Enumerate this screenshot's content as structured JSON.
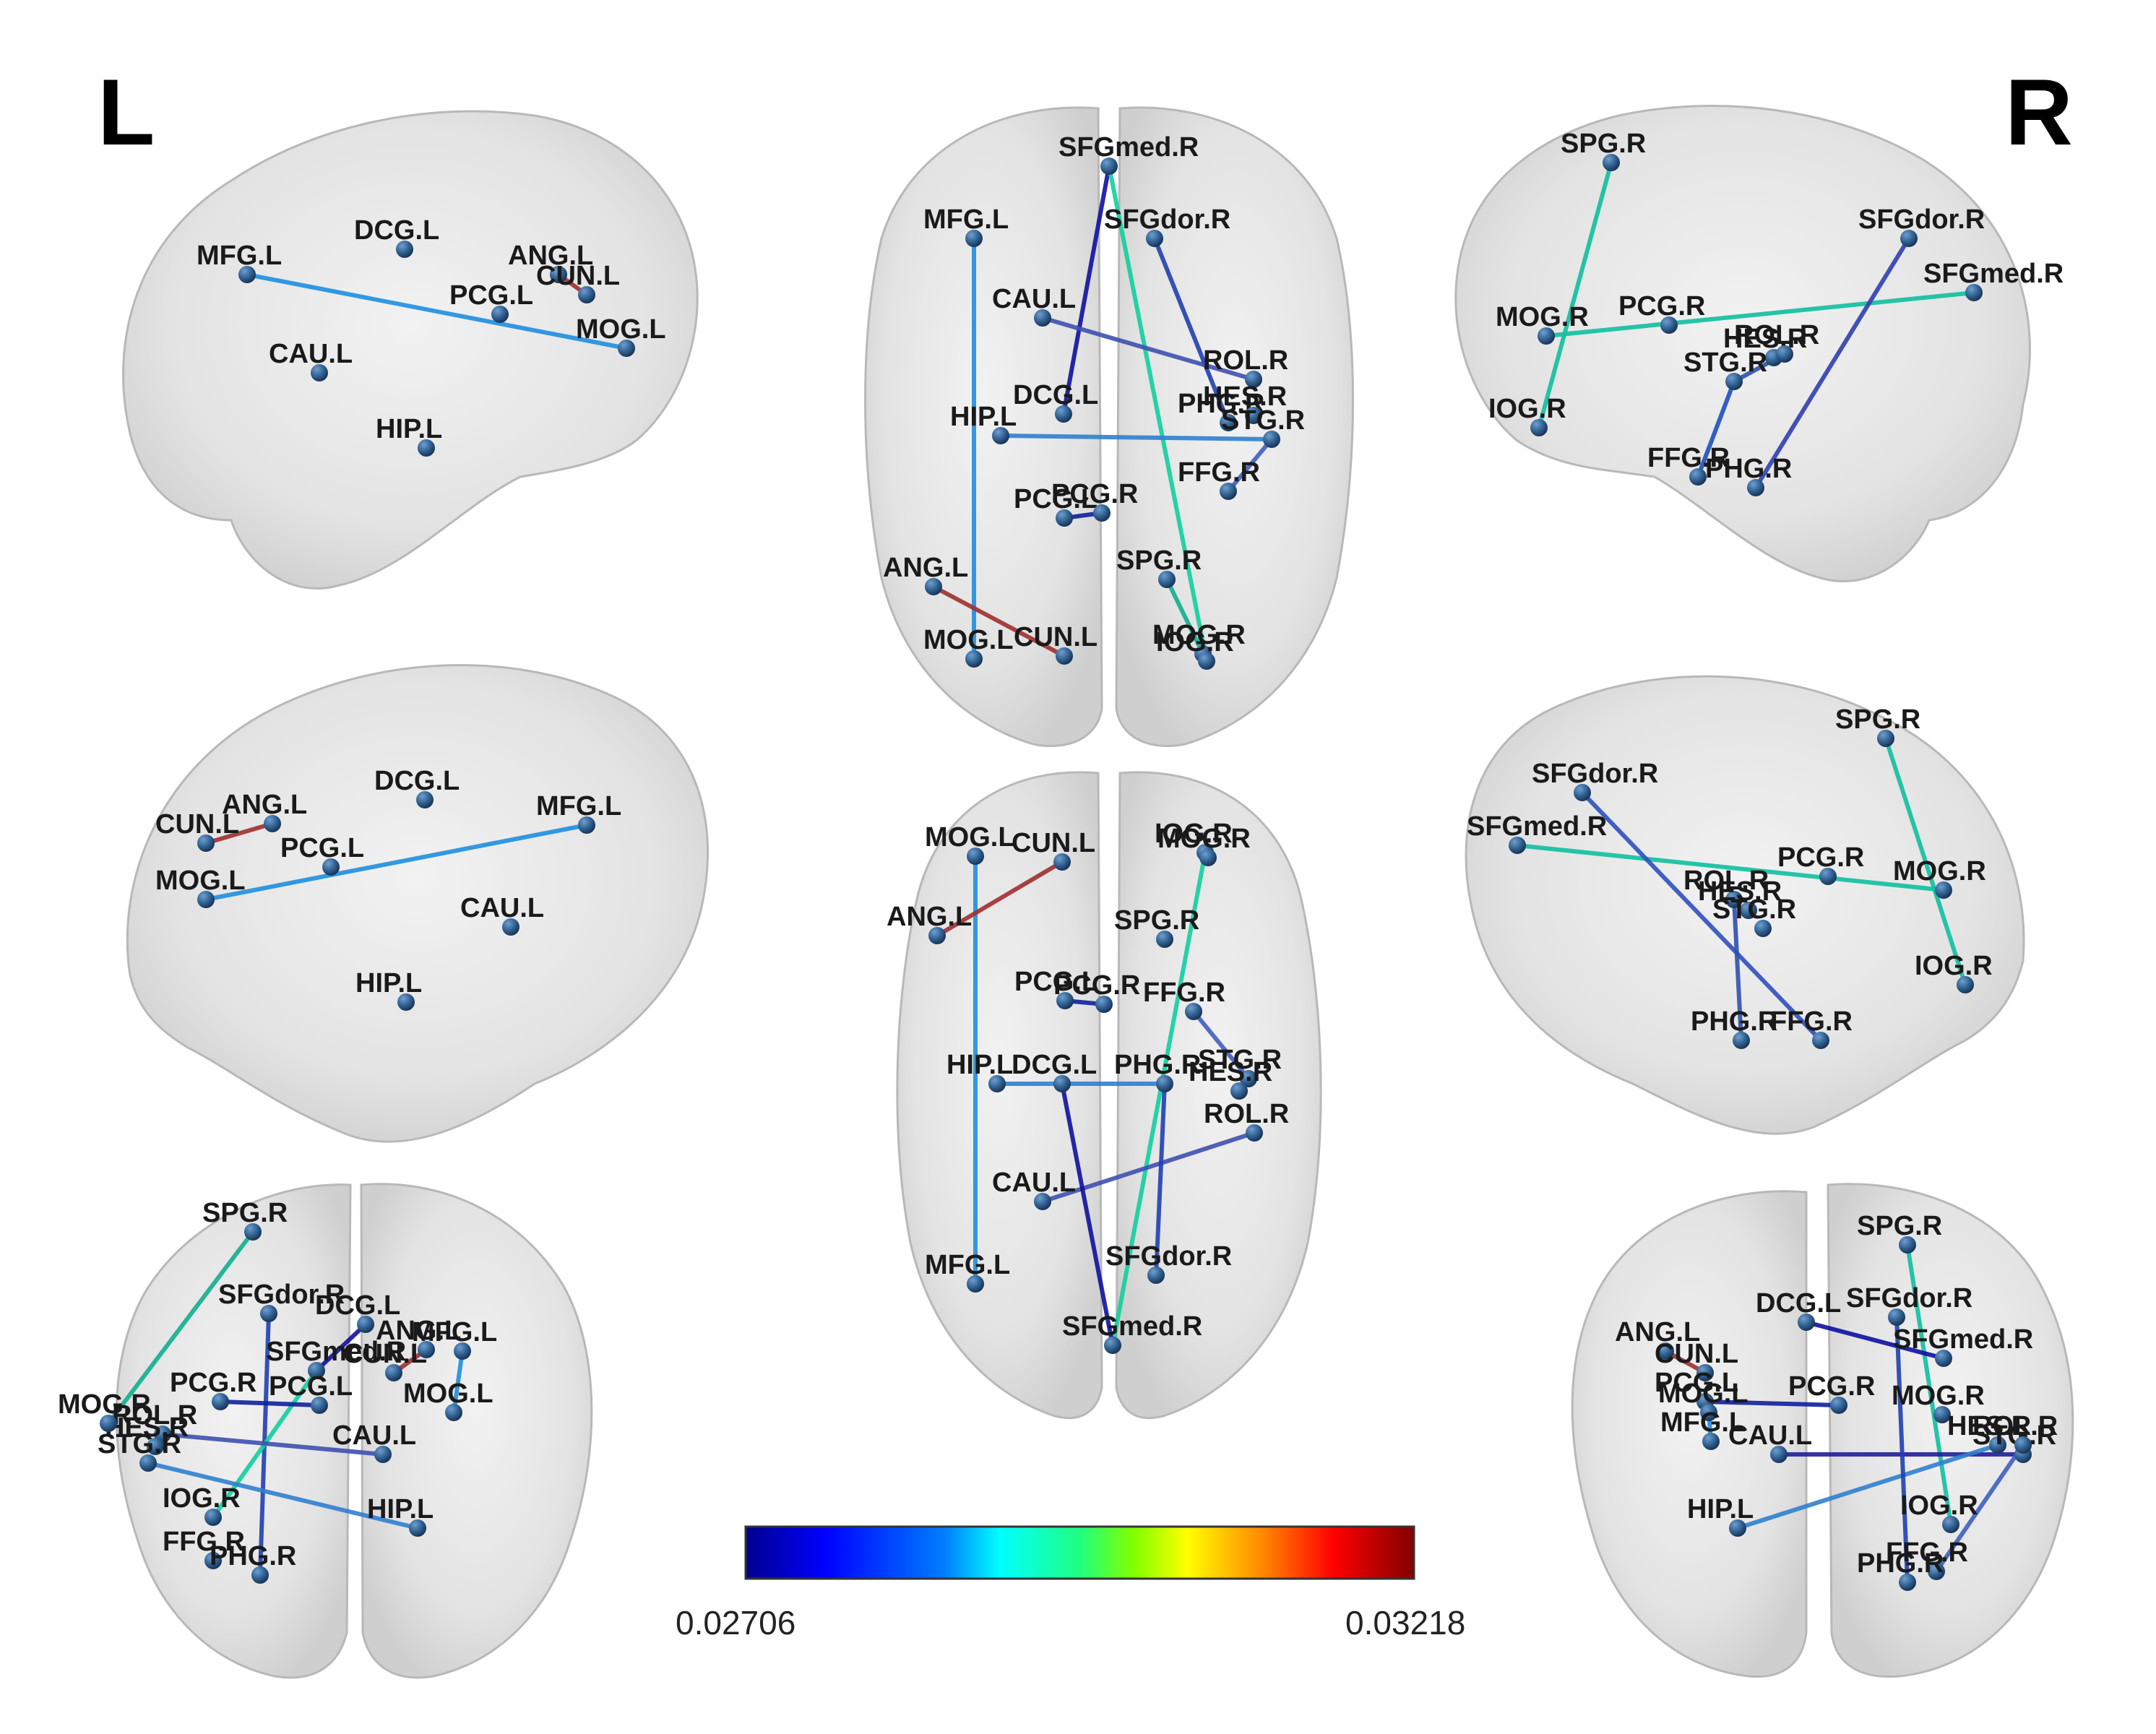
{
  "side_labels": {
    "left": "L",
    "right": "R"
  },
  "colorbar": {
    "min": "0.02706",
    "max": "0.03218",
    "colors": [
      "#00008f",
      "#0000ff",
      "#0080ff",
      "#00ffff",
      "#20ff80",
      "#80ff00",
      "#ffff00",
      "#ff8000",
      "#ff0000",
      "#800000"
    ]
  },
  "node_color": "#2f5f8f",
  "views": [
    {
      "id": "left-lateral",
      "name": "view-left-lateral",
      "nodes": [
        {
          "label": "MFG.L"
        },
        {
          "label": "DCG.L"
        },
        {
          "label": "ANG.L"
        },
        {
          "label": "CUN.L"
        },
        {
          "label": "PCG.L"
        },
        {
          "label": "MOG.L"
        },
        {
          "label": "CAU.L"
        },
        {
          "label": "HIP.L"
        }
      ],
      "edges": [
        {
          "from": "MFG.L",
          "to": "MOG.L",
          "color": "#1f8fe0"
        },
        {
          "from": "ANG.L",
          "to": "CUN.L",
          "color": "#a03030"
        }
      ]
    },
    {
      "id": "superior",
      "name": "view-superior",
      "nodes": [
        {
          "label": "SFGmed.R"
        },
        {
          "label": "MFG.L"
        },
        {
          "label": "SFGdor.R"
        },
        {
          "label": "CAU.L"
        },
        {
          "label": "ROL.R"
        },
        {
          "label": "DCG.L"
        },
        {
          "label": "HIP.L"
        },
        {
          "label": "PHG.R"
        },
        {
          "label": "HES.R"
        },
        {
          "label": "STG.R"
        },
        {
          "label": "FFG.R"
        },
        {
          "label": "PCG.L"
        },
        {
          "label": "PCG.R"
        },
        {
          "label": "SPG.R"
        },
        {
          "label": "ANG.L"
        },
        {
          "label": "MOG.L"
        },
        {
          "label": "CUN.L"
        },
        {
          "label": "MOG.R"
        },
        {
          "label": "IOG.R"
        }
      ],
      "edges": [
        {
          "from": "MFG.L",
          "to": "MOG.L",
          "color": "#1f8fe0"
        },
        {
          "from": "SFGmed.R",
          "to": "DCG.L",
          "color": "#1010a0"
        },
        {
          "from": "SFGmed.R",
          "to": "IOG.R",
          "color": "#10d0a0"
        },
        {
          "from": "SFGdor.R",
          "to": "PHG.R",
          "color": "#2040b0"
        },
        {
          "from": "CAU.L",
          "to": "ROL.R",
          "color": "#4050b0"
        },
        {
          "from": "HIP.L",
          "to": "STG.R",
          "color": "#3080d0"
        },
        {
          "from": "PCG.L",
          "to": "PCG.R",
          "color": "#1020a0"
        },
        {
          "from": "ANG.L",
          "to": "CUN.L",
          "color": "#a03030"
        },
        {
          "from": "SPG.R",
          "to": "MOG.R",
          "color": "#10b090"
        },
        {
          "from": "FFG.R",
          "to": "STG.R",
          "color": "#4060c0"
        }
      ]
    },
    {
      "id": "right-lateral",
      "name": "view-right-lateral",
      "nodes": [
        {
          "label": "SPG.R"
        },
        {
          "label": "SFGdor.R"
        },
        {
          "label": "SFGmed.R"
        },
        {
          "label": "MOG.R"
        },
        {
          "label": "PCG.R"
        },
        {
          "label": "HES.R"
        },
        {
          "label": "ROL.R"
        },
        {
          "label": "STG.R"
        },
        {
          "label": "IOG.R"
        },
        {
          "label": "FFG.R"
        },
        {
          "label": "PHG.R"
        }
      ],
      "edges": [
        {
          "from": "SPG.R",
          "to": "IOG.R",
          "color": "#10c0a0"
        },
        {
          "from": "MOG.R",
          "to": "SFGmed.R",
          "color": "#10c0a0"
        },
        {
          "from": "SFGdor.R",
          "to": "PHG.R",
          "color": "#3040b0"
        },
        {
          "from": "FFG.R",
          "to": "STG.R",
          "color": "#2050c0"
        },
        {
          "from": "ROL.R",
          "to": "STG.R",
          "color": "#3050b0"
        }
      ]
    },
    {
      "id": "left-medial",
      "name": "view-left-medial",
      "nodes": [
        {
          "label": "ANG.L"
        },
        {
          "label": "DCG.L"
        },
        {
          "label": "MFG.L"
        },
        {
          "label": "CUN.L"
        },
        {
          "label": "PCG.L"
        },
        {
          "label": "MOG.L"
        },
        {
          "label": "CAU.L"
        },
        {
          "label": "HIP.L"
        }
      ],
      "edges": [
        {
          "from": "MOG.L",
          "to": "MFG.L",
          "color": "#1f8fe0"
        },
        {
          "from": "ANG.L",
          "to": "CUN.L",
          "color": "#a03030"
        }
      ]
    },
    {
      "id": "inferior",
      "name": "view-inferior",
      "nodes": [
        {
          "label": "MOG.L"
        },
        {
          "label": "CUN.L"
        },
        {
          "label": "IOG.R"
        },
        {
          "label": "MOG.R"
        },
        {
          "label": "ANG.L"
        },
        {
          "label": "SPG.R"
        },
        {
          "label": "PCG.L"
        },
        {
          "label": "PCG.R"
        },
        {
          "label": "FFG.R"
        },
        {
          "label": "HIP.L"
        },
        {
          "label": "STG.R"
        },
        {
          "label": "DCG.L"
        },
        {
          "label": "PHG.R"
        },
        {
          "label": "HES.R"
        },
        {
          "label": "ROL.R"
        },
        {
          "label": "CAU.L"
        },
        {
          "label": "MFG.L"
        },
        {
          "label": "SFGdor.R"
        },
        {
          "label": "SFGmed.R"
        }
      ],
      "edges": [
        {
          "from": "MOG.L",
          "to": "MFG.L",
          "color": "#1f8fe0"
        },
        {
          "from": "ANG.L",
          "to": "CUN.L",
          "color": "#a03030"
        },
        {
          "from": "IOG.R",
          "to": "SFGmed.R",
          "color": "#10d0a0"
        },
        {
          "from": "PCG.L",
          "to": "PCG.R",
          "color": "#1020a0"
        },
        {
          "from": "HIP.L",
          "to": "PHG.R",
          "color": "#3080d0"
        },
        {
          "from": "CAU.L",
          "to": "ROL.R",
          "color": "#4050b0"
        },
        {
          "from": "DCG.L",
          "to": "SFGmed.R",
          "color": "#1010a0"
        },
        {
          "from": "PHG.R",
          "to": "SFGdor.R",
          "color": "#2040b0"
        },
        {
          "from": "FFG.R",
          "to": "STG.R",
          "color": "#4060c0"
        }
      ]
    },
    {
      "id": "right-medial",
      "name": "view-right-medial",
      "nodes": [
        {
          "label": "SPG.R"
        },
        {
          "label": "SFGdor.R"
        },
        {
          "label": "SFGmed.R"
        },
        {
          "label": "PCG.R"
        },
        {
          "label": "MOG.R"
        },
        {
          "label": "ROL.R"
        },
        {
          "label": "HES.R"
        },
        {
          "label": "STG.R"
        },
        {
          "label": "IOG.R"
        },
        {
          "label": "PHG.R"
        },
        {
          "label": "FFG.R"
        }
      ],
      "edges": [
        {
          "from": "SPG.R",
          "to": "IOG.R",
          "color": "#10c0a0"
        },
        {
          "from": "SFGmed.R",
          "to": "MOG.R",
          "color": "#10c0a0"
        },
        {
          "from": "SFGdor.R",
          "to": "FFG.R",
          "color": "#3050c0"
        },
        {
          "from": "PHG.R",
          "to": "ROL.R",
          "color": "#3050b0"
        }
      ]
    },
    {
      "id": "anterior",
      "name": "view-anterior",
      "nodes": [
        {
          "label": "SPG.R"
        },
        {
          "label": "SFGdor.R"
        },
        {
          "label": "SFGmed.R"
        },
        {
          "label": "DCG.L"
        },
        {
          "label": "MFG.L"
        },
        {
          "label": "CUN.L"
        },
        {
          "label": "PCG.R"
        },
        {
          "label": "PCG.L"
        },
        {
          "label": "MOG.L"
        },
        {
          "label": "ROL.R"
        },
        {
          "label": "HES.R"
        },
        {
          "label": "STG.R"
        },
        {
          "label": "CAU.L"
        },
        {
          "label": "HIP.L"
        },
        {
          "label": "IOG.R"
        },
        {
          "label": "FFG.R"
        },
        {
          "label": "PHG.R"
        },
        {
          "label": "ANG.L"
        },
        {
          "label": "MOG.R"
        }
      ],
      "edges": [
        {
          "from": "SFGmed.R",
          "to": "DCG.L",
          "color": "#1010a0"
        },
        {
          "from": "MFG.L",
          "to": "MOG.L",
          "color": "#1f8fe0"
        },
        {
          "from": "ANG.L",
          "to": "CUN.L",
          "color": "#a03030"
        },
        {
          "from": "SFGdor.R",
          "to": "PHG.R",
          "color": "#2040b0"
        },
        {
          "from": "SPG.R",
          "to": "MOG.R",
          "color": "#10b090"
        },
        {
          "from": "SFGmed.R",
          "to": "IOG.R",
          "color": "#10d0a0"
        },
        {
          "from": "STG.R",
          "to": "HIP.L",
          "color": "#3080d0"
        },
        {
          "from": "ROL.R",
          "to": "CAU.L",
          "color": "#4050b0"
        },
        {
          "from": "PCG.R",
          "to": "PCG.L",
          "color": "#1020a0"
        }
      ]
    },
    {
      "id": "posterior",
      "name": "view-posterior",
      "nodes": [
        {
          "label": "SPG.R"
        },
        {
          "label": "SFGdor.R"
        },
        {
          "label": "SFGmed.R"
        },
        {
          "label": "DCG.L"
        },
        {
          "label": "ANG.L"
        },
        {
          "label": "CUN.L"
        },
        {
          "label": "PCG.L"
        },
        {
          "label": "PCG.R"
        },
        {
          "label": "MOG.L"
        },
        {
          "label": "MOG.R"
        },
        {
          "label": "MFG.L"
        },
        {
          "label": "HES.R"
        },
        {
          "label": "STG.R"
        },
        {
          "label": "CAU.L"
        },
        {
          "label": "HIP.L"
        },
        {
          "label": "IOG.R"
        },
        {
          "label": "FFG.R"
        },
        {
          "label": "PHG.R"
        },
        {
          "label": "ROL.R"
        }
      ],
      "edges": [
        {
          "from": "SPG.R",
          "to": "IOG.R",
          "color": "#10c0a0"
        },
        {
          "from": "ANG.L",
          "to": "CUN.L",
          "color": "#a03030"
        },
        {
          "from": "DCG.L",
          "to": "SFGmed.R",
          "color": "#1010a0"
        },
        {
          "from": "MOG.L",
          "to": "MFG.L",
          "color": "#1f8fe0"
        },
        {
          "from": "CAU.L",
          "to": "STG.R",
          "color": "#2020a0"
        },
        {
          "from": "HIP.L",
          "to": "HES.R",
          "color": "#3080d0"
        },
        {
          "from": "SFGdor.R",
          "to": "PHG.R",
          "color": "#2040b0"
        },
        {
          "from": "FFG.R",
          "to": "ROL.R",
          "color": "#4060c0"
        },
        {
          "from": "PCG.L",
          "to": "PCG.R",
          "color": "#1020a0"
        }
      ]
    }
  ]
}
